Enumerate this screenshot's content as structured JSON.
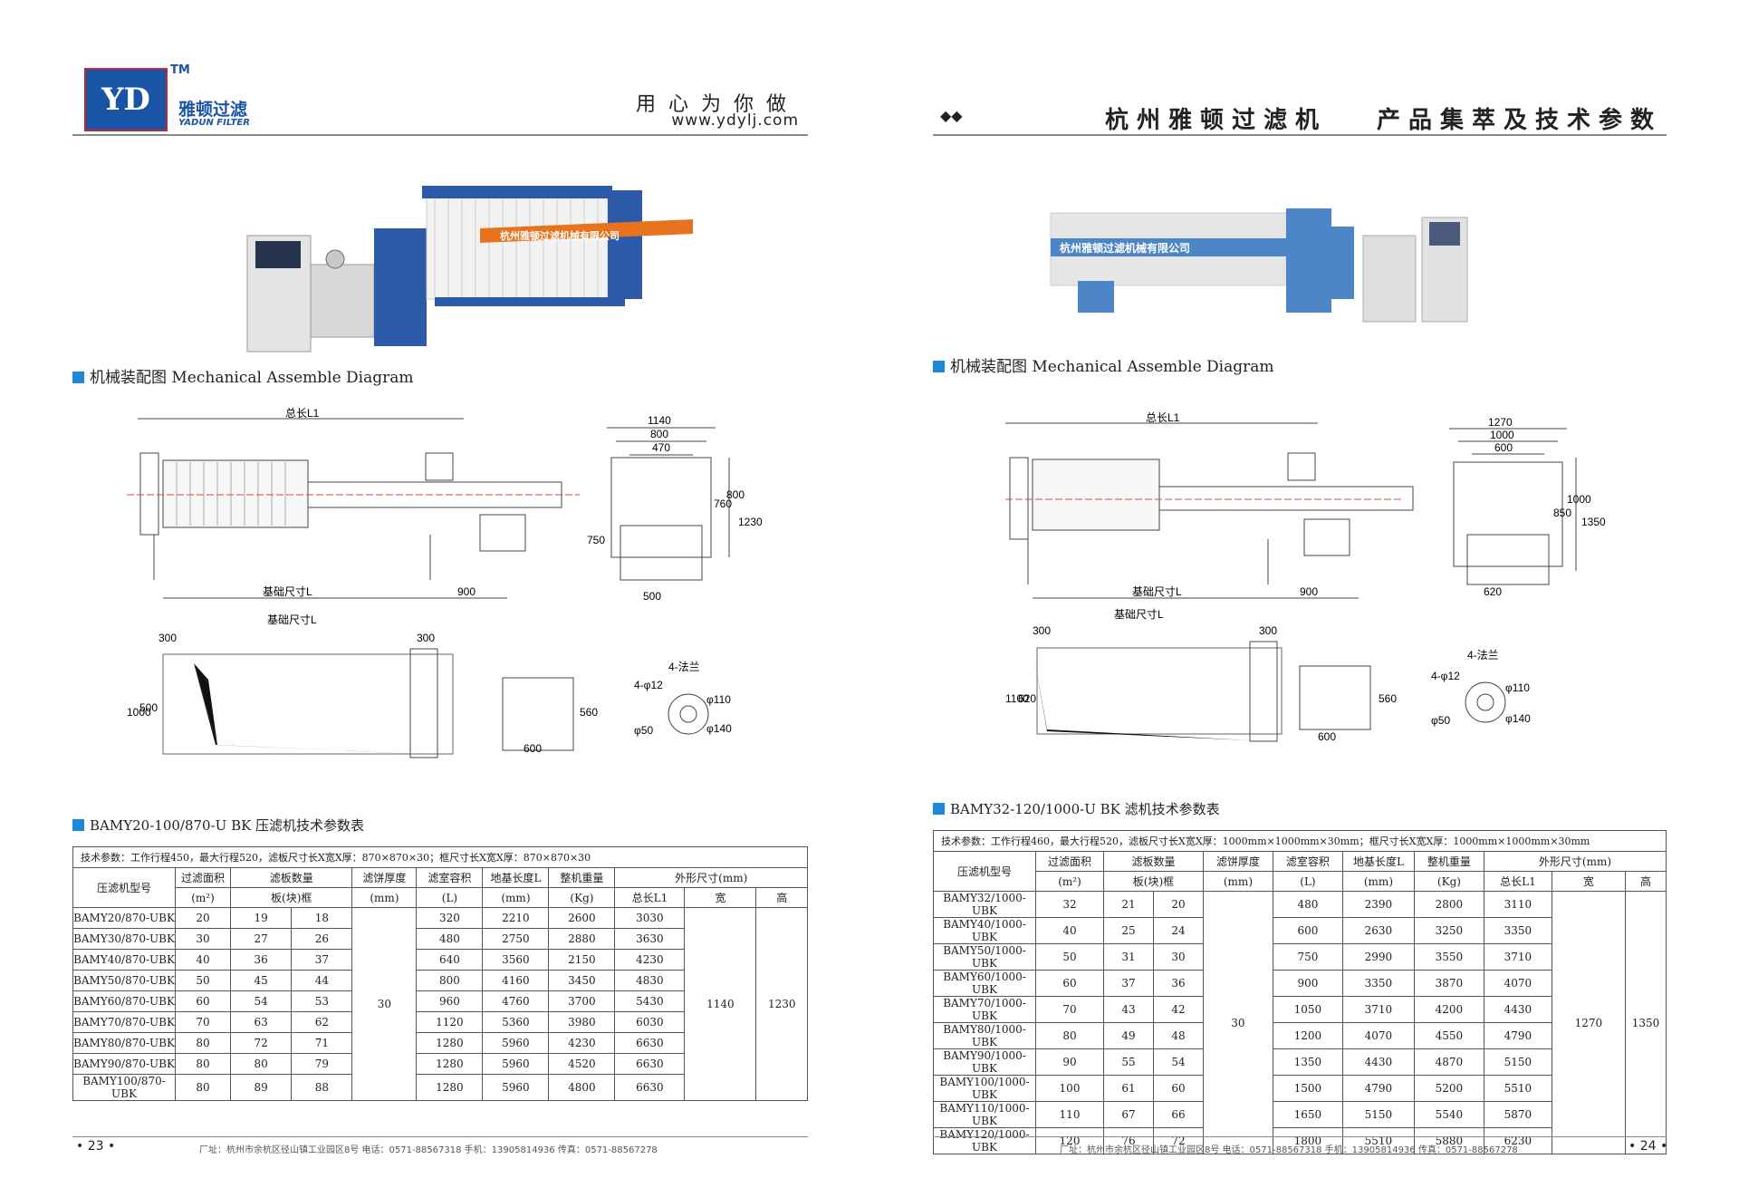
{
  "left": {
    "brand": {
      "logo": "YD",
      "tm": "TM",
      "name_cn": "雅顿过滤",
      "name_en": "YADUN FILTER"
    },
    "slogan": "用心为你做",
    "url": "www.ydylj.com",
    "photo_banner": "杭州雅顿过滤机械有限公司",
    "section_diagram": "机械装配图 Mechanical Assemble Diagram",
    "dims": {
      "total_len": "总长L1",
      "base_len": "基础尺寸L",
      "d900": "900",
      "d1140": "1140",
      "d800": "800",
      "d470": "470",
      "d760": "760",
      "d800v": "800",
      "d1230": "1230",
      "d750": "750",
      "d500": "500",
      "base_len2": "基础尺寸L",
      "d300a": "300",
      "d300b": "300",
      "d1000": "1000",
      "d500v": "500",
      "d560": "560",
      "d600": "600",
      "flange": "4-法兰",
      "phi12": "4-φ12",
      "phi110": "φ110",
      "phi50": "φ50",
      "phi140": "φ140"
    },
    "table_title": "BAMY20-100/870-U BK 压滤机技术参数表",
    "tech_params": "技术参数：工作行程450，最大行程520，滤板尺寸长X宽X厚：870×870×30；框尺寸长X宽X厚：870×870×30",
    "headers": {
      "model": "压滤机型号",
      "area": "过滤面积",
      "area_unit": "(m²)",
      "plates": "滤板数量",
      "plates_sub": "板(块)框",
      "cake": "滤饼厚度",
      "cake_unit": "(mm)",
      "volume": "滤室容积",
      "volume_unit": "(L)",
      "base": "地基长度L",
      "base_unit": "(mm)",
      "weight": "整机重量",
      "weight_unit": "(Kg)",
      "outer": "外形尺寸(mm)",
      "l1": "总长L1",
      "w": "宽",
      "h": "高"
    },
    "rows": [
      [
        "BAMY20/870-UBK",
        "20",
        "19",
        "18",
        "320",
        "2210",
        "2600",
        "3030"
      ],
      [
        "BAMY30/870-UBK",
        "30",
        "27",
        "26",
        "480",
        "2750",
        "2880",
        "3630"
      ],
      [
        "BAMY40/870-UBK",
        "40",
        "36",
        "37",
        "640",
        "3560",
        "2150",
        "4230"
      ],
      [
        "BAMY50/870-UBK",
        "50",
        "45",
        "44",
        "800",
        "4160",
        "3450",
        "4830"
      ],
      [
        "BAMY60/870-UBK",
        "60",
        "54",
        "53",
        "960",
        "4760",
        "3700",
        "5430"
      ],
      [
        "BAMY70/870-UBK",
        "70",
        "63",
        "62",
        "1120",
        "5360",
        "3980",
        "6030"
      ],
      [
        "BAMY80/870-UBK",
        "80",
        "72",
        "71",
        "1280",
        "5960",
        "4230",
        "6630"
      ],
      [
        "BAMY90/870-UBK",
        "80",
        "80",
        "79",
        "1280",
        "5960",
        "4520",
        "6630"
      ],
      [
        "BAMY100/870-UBK",
        "80",
        "89",
        "88",
        "1280",
        "5960",
        "4800",
        "6630"
      ]
    ],
    "merged": {
      "cake": "30",
      "w": "1140",
      "h": "1230"
    },
    "page_no": "• 23 •",
    "footer": "厂址：杭州市余杭区径山镇工业园区8号  电话：0571-88567318  手机：13905814936          传真：0571-88567278"
  },
  "right": {
    "title_a": "杭州雅顿过滤机",
    "title_b": "产品集萃及技术参数",
    "photo_banner": "杭州雅顿过滤机械有限公司",
    "section_diagram": "机械装配图 Mechanical Assemble Diagram",
    "dims": {
      "total_len": "总长L1",
      "base_len": "基础尺寸L",
      "d900": "900",
      "d1270": "1270",
      "d1000": "1000",
      "d600": "600",
      "d850": "850",
      "d1000v": "1000",
      "d1350": "1350",
      "d620": "620",
      "base_len2": "基础尺寸L",
      "d300a": "300",
      "d300b": "300",
      "d1100": "1100",
      "d620v": "620",
      "d560": "560",
      "d600b": "600",
      "flange": "4-法兰",
      "phi12": "4-φ12",
      "phi110": "φ110",
      "phi50": "φ50",
      "phi140": "φ140"
    },
    "table_title": "BAMY32-120/1000-U BK 滤机技术参数表",
    "tech_params": "技术参数：工作行程460，最大行程520，滤板尺寸长X宽X厚：1000mm×1000mm×30mm；框尺寸长X宽X厚：1000mm×1000mm×30mm",
    "headers": {
      "model": "压滤机型号",
      "area": "过滤面积",
      "area_unit": "(m²)",
      "plates": "滤板数量",
      "plates_sub": "板(块)框",
      "cake": "滤饼厚度",
      "cake_unit": "(mm)",
      "volume": "滤室容积",
      "volume_unit": "(L)",
      "base": "地基长度L",
      "base_unit": "(mm)",
      "weight": "整机重量",
      "weight_unit": "(Kg)",
      "outer": "外形尺寸(mm)",
      "l1": "总长L1",
      "w": "宽",
      "h": "高"
    },
    "rows": [
      [
        "BAMY32/1000-UBK",
        "32",
        "21",
        "20",
        "480",
        "2390",
        "2800",
        "3110"
      ],
      [
        "BAMY40/1000-UBK",
        "40",
        "25",
        "24",
        "600",
        "2630",
        "3250",
        "3350"
      ],
      [
        "BAMY50/1000-UBK",
        "50",
        "31",
        "30",
        "750",
        "2990",
        "3550",
        "3710"
      ],
      [
        "BAMY60/1000-UBK",
        "60",
        "37",
        "36",
        "900",
        "3350",
        "3870",
        "4070"
      ],
      [
        "BAMY70/1000-UBK",
        "70",
        "43",
        "42",
        "1050",
        "3710",
        "4200",
        "4430"
      ],
      [
        "BAMY80/1000-UBK",
        "80",
        "49",
        "48",
        "1200",
        "4070",
        "4550",
        "4790"
      ],
      [
        "BAMY90/1000-UBK",
        "90",
        "55",
        "54",
        "1350",
        "4430",
        "4870",
        "5150"
      ],
      [
        "BAMY100/1000-UBK",
        "100",
        "61",
        "60",
        "1500",
        "4790",
        "5200",
        "5510"
      ],
      [
        "BAMY110/1000-UBK",
        "110",
        "67",
        "66",
        "1650",
        "5150",
        "5540",
        "5870"
      ],
      [
        "BAMY120/1000-UBK",
        "120",
        "76",
        "72",
        "1800",
        "5510",
        "5880",
        "6230"
      ]
    ],
    "merged": {
      "cake": "30",
      "w": "1270",
      "h": "1350"
    },
    "page_no": "• 24 •",
    "footer": "厂址：杭州市余杭区径山镇工业园区8号  电话：0571-88567318  手机：13905814936          传真：0571-88567278"
  }
}
